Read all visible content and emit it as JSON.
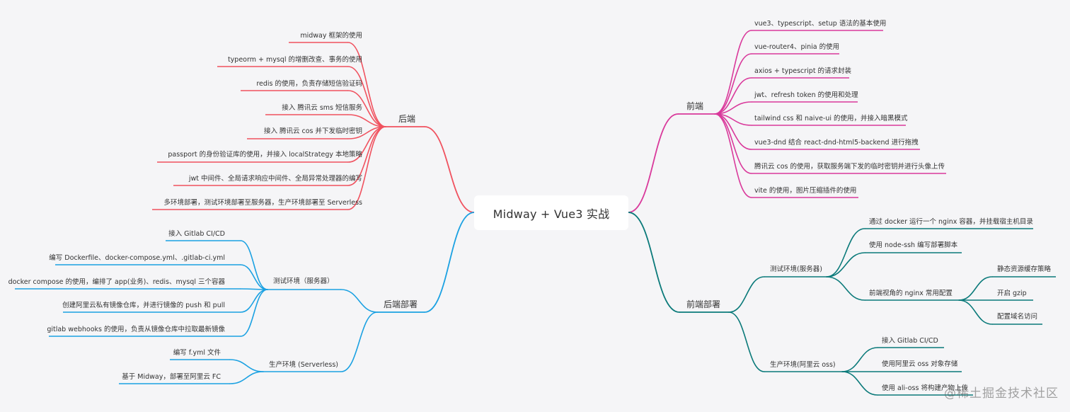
{
  "center": {
    "title": "Midway + Vue3 实战"
  },
  "colors": {
    "backend": "#f0525f",
    "frontend": "#d9399b",
    "backend_deploy": "#1ba1e2",
    "frontend_deploy": "#0b7a7a",
    "text": "#333333",
    "background": "#f5f5f7"
  },
  "branches": {
    "backend": {
      "label": "后端",
      "side": "left",
      "children": [
        "midway 框架的使用",
        "typeorm + mysql 的增删改查、事务的使用",
        "redis 的使用，负责存储短信验证码",
        "接入 腾讯云 sms 短信服务",
        "接入 腾讯云 cos 并下发临时密钥",
        "passport 的身份验证库的使用，并接入 localStrategy 本地策略",
        "jwt 中间件、全局请求响应中间件、全局异常处理器的编写",
        "多环境部署，测试环境部署至服务器，生产环境部署至 Serverless"
      ]
    },
    "frontend": {
      "label": "前端",
      "side": "right",
      "children": [
        "vue3、typescript、setup 语法的基本使用",
        "vue-router4、pinia 的使用",
        "axios + typescript 的请求封装",
        "jwt、refresh token 的使用和处理",
        "tailwind css 和 naive-ui 的使用，并接入暗黑模式",
        "vue3-dnd 结合 react-dnd-html5-backend  进行拖拽",
        "腾讯云 cos 的使用，获取服务端下发的临时密钥并进行头像上传",
        "vite 的使用，图片压缩插件的使用"
      ]
    },
    "backend_deploy": {
      "label": "后端部署",
      "side": "left",
      "children": [
        {
          "label": "测试环境（服务器）",
          "children": [
            "接入 Gitlab CI/CD",
            "编写 Dockerfile、docker-compose.yml、.gitlab-ci.yml",
            "docker compose 的使用，编排了 app(业务)、redis、mysql 三个容器",
            "创建阿里云私有镜像仓库，并进行镜像的 push 和 pull",
            "gitlab webhooks 的使用，负责从镜像仓库中拉取最新镜像"
          ]
        },
        {
          "label": "生产环境 (Serverless)",
          "children": [
            "编写 f.yml 文件",
            "基于 Midway，部署至阿里云 FC"
          ]
        }
      ]
    },
    "frontend_deploy": {
      "label": "前端部署",
      "side": "right",
      "children": [
        {
          "label": "测试环境(服务器)",
          "children": [
            {
              "label": "通过 docker 运行一个 nginx 容器，并挂载宿主机目录"
            },
            {
              "label": "使用 node-ssh 编写部署脚本"
            },
            {
              "label": "前端视角的 nginx 常用配置",
              "children": [
                "静态资源缓存策略",
                "开启 gzip",
                "配置域名访问"
              ]
            }
          ]
        },
        {
          "label": "生产环境(阿里云 oss)",
          "children": [
            {
              "label": "接入 Gitlab CI/CD"
            },
            {
              "label": "使用阿里云 oss 对象存储"
            },
            {
              "label": "使用 ali-oss 将构建产物上传"
            }
          ]
        }
      ]
    }
  },
  "watermark": "@稀土掘金技术社区"
}
